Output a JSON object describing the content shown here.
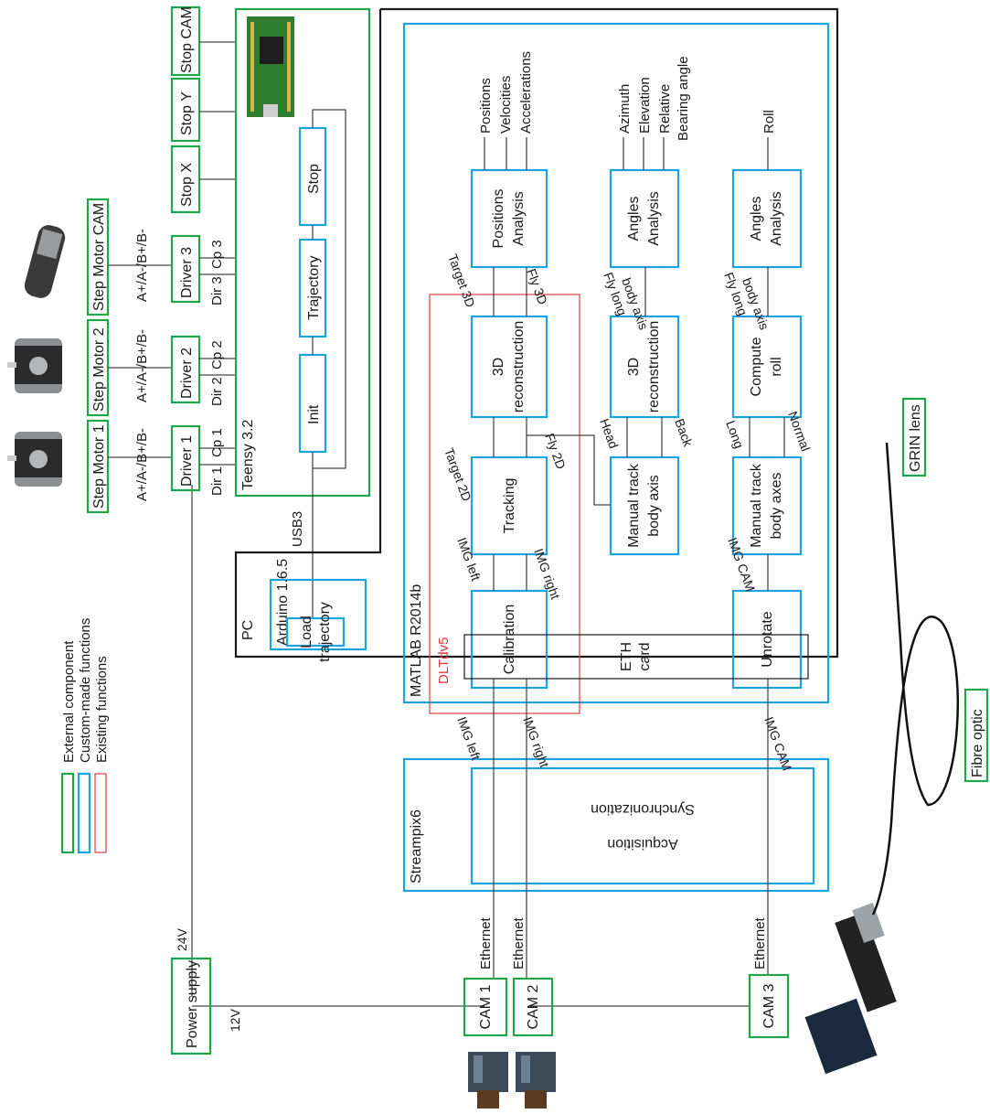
{
  "legend": {
    "external": "External component",
    "custom": "Custom-made functions",
    "existing": "Existing functions",
    "colors": {
      "external": "#1fa84a",
      "custom": "#1aa3de",
      "existing": "#e23b3b"
    }
  },
  "top_row": {
    "motor1": "Step Motor 1",
    "motor2": "Step Motor 2",
    "motor_cam": "Step Motor CAM",
    "stop_x": "Stop X",
    "stop_y": "Stop Y",
    "stop_cam": "Stop CAM"
  },
  "wiring": {
    "phases": "A+/A-/B+/B-",
    "driver1": "Driver 1",
    "driver2": "Driver 2",
    "driver3": "Driver 3",
    "dir1": "Dir 1",
    "dir2": "Dir 2",
    "dir3": "Dir 3",
    "cp1": "Cp 1",
    "cp2": "Cp 2",
    "cp3": "Cp 3"
  },
  "teensy": {
    "title": "Teensy 3.2",
    "init": "Init",
    "trajectory": "Trajectory",
    "stop": "Stop"
  },
  "pc": {
    "title": "PC",
    "usb": "USB3",
    "arduino": "Arduino 1.6.5",
    "load_1": "Load",
    "load_2": "trajectory"
  },
  "matlab": {
    "title": "MATLAB R2014b",
    "dltdv": "DLTdv5",
    "calibration": "Calibration",
    "tracking": "Tracking",
    "recon_1": "3D",
    "recon_2": "reconstruction",
    "positions_1": "Positions",
    "positions_2": "Analysis",
    "angles_1": "Angles",
    "angles_2": "Analysis",
    "manual_axis_1": "Manual track",
    "manual_axis_2": "body axis",
    "manual_axes_1": "Manual track",
    "manual_axes_2": "body axes",
    "compute_1": "Compute",
    "compute_2": "roll",
    "unrotate": "Unrotate",
    "out_positions": "Positions",
    "out_velocities": "Velocities",
    "out_accelerations": "Accelerations",
    "out_azimuth": "Azimuth",
    "out_elevation": "Elevation",
    "out_relative": "Relative",
    "out_bearing": "Bearing angle",
    "out_roll": "Roll",
    "img_left": "IMG left",
    "img_right": "IMG right",
    "img_cam": "IMG CAM",
    "target2d": "Target 2D",
    "fly2d": "Fly 2D",
    "target3d": "Target 3D",
    "fly3d": "Fly 3D",
    "head": "Head",
    "back": "Back",
    "long": "Long",
    "normal": "Normal",
    "fly_long_body_1": "Fly long",
    "fly_long_body_2": "body axis"
  },
  "streampix": {
    "title": "Streampix6",
    "acquisition": "Acquisition",
    "synchronization": "Synchronization",
    "img_left": "IMG left",
    "img_right": "IMG right",
    "img_cam": "IMG CAM"
  },
  "eth": {
    "line1": "ETH",
    "line2": "card"
  },
  "power": {
    "label": "Power supply",
    "v24": "24V",
    "v12": "12V"
  },
  "cams": {
    "cam1": "CAM 1",
    "cam2": "CAM 2",
    "cam3": "CAM 3",
    "ethernet": "Ethernet"
  },
  "optics": {
    "grin": "GRIN lens",
    "fibre": "Fibre optic"
  }
}
